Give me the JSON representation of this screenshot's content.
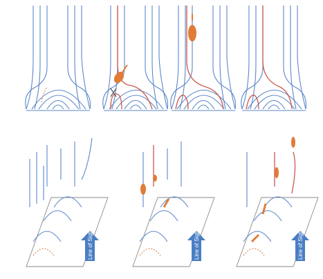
{
  "labels": {
    "line_of_sight": "Line of Sight"
  },
  "colors": {
    "field_line": "#5b87c9",
    "reconnected_line": "#c9574a",
    "plasmoid": "#e07b39",
    "arrow": "#4a7ec4",
    "plane": "#8a8a8a"
  },
  "icons": [
    "x-point-cross",
    "upward-arrow",
    "arrow-marker"
  ]
}
